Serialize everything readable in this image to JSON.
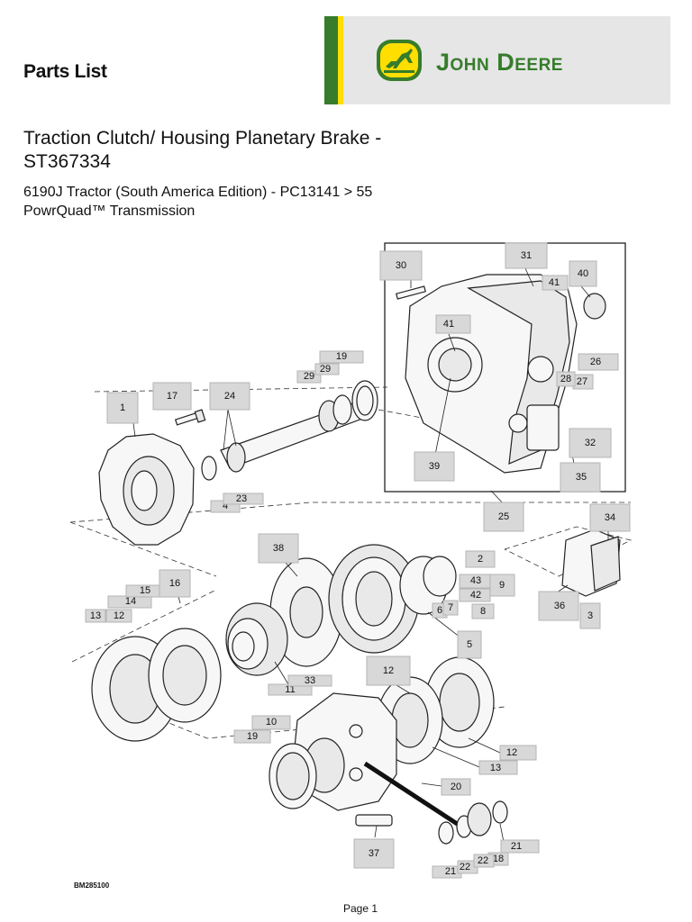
{
  "header": {
    "title": "Parts List"
  },
  "brand": {
    "name": "John Deere",
    "logo_icon": "deer-logo-icon",
    "colors": {
      "green": "#367c2b",
      "yellow": "#ffde00"
    }
  },
  "document": {
    "title": "Traction Clutch/ Housing Planetary Brake - ST367334",
    "subtitle_line1": "6190J Tractor (South America Edition) - PC13141 > 55",
    "subtitle_line2": "PowrQuad™ Transmission"
  },
  "diagram": {
    "callouts": [
      "1",
      "2",
      "3",
      "4",
      "5",
      "6",
      "7",
      "8",
      "9",
      "10",
      "11",
      "12",
      "12",
      "12",
      "13",
      "13",
      "14",
      "15",
      "16",
      "17",
      "18",
      "19",
      "19",
      "20",
      "21",
      "21",
      "22",
      "22",
      "23",
      "24",
      "25",
      "26",
      "27",
      "28",
      "29",
      "29",
      "30",
      "31",
      "32",
      "33",
      "34",
      "35",
      "36",
      "37",
      "38",
      "39",
      "40",
      "41",
      "41",
      "42",
      "43"
    ],
    "figure_code": "BM285100"
  },
  "footer": {
    "page": "Page 1"
  }
}
